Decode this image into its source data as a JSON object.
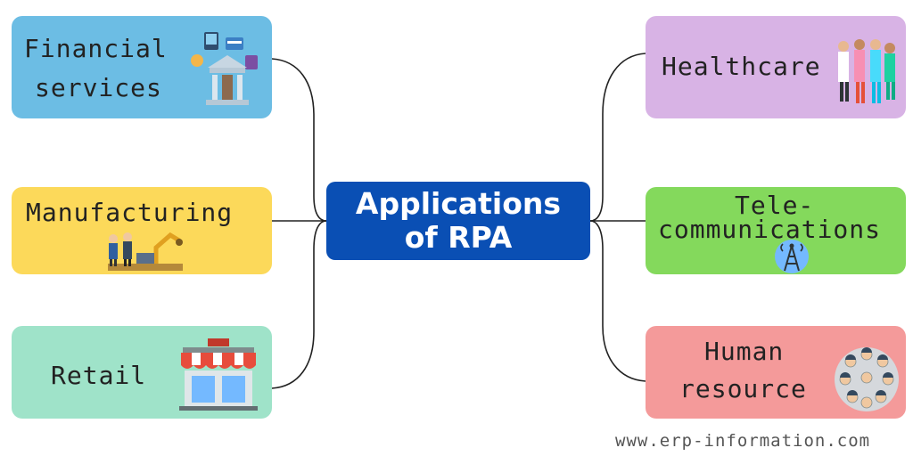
{
  "center": {
    "line1": "Applications",
    "line2": "of RPA"
  },
  "left_items": [
    {
      "line1": "Financial",
      "line2": "services",
      "icon": "bank-icon"
    },
    {
      "line1": "Manufacturing",
      "icon": "factory-workers-icon"
    },
    {
      "line1": "Retail",
      "icon": "shop-icon"
    }
  ],
  "right_items": [
    {
      "line1": "Healthcare",
      "icon": "medical-staff-icon"
    },
    {
      "line1": "Tele-",
      "line2": "communications",
      "icon": "tower-icon"
    },
    {
      "line1": "Human",
      "line2": "resource",
      "icon": "people-network-icon"
    }
  ],
  "footer": "www.erp-information.com",
  "colors": {
    "center": "#0a4fb4",
    "financial": "#6cbde4",
    "manufacturing": "#fcd95a",
    "retail": "#9fe3c9",
    "healthcare": "#d8b3e5",
    "telecom": "#84d95c",
    "hr": "#f49a9a"
  }
}
